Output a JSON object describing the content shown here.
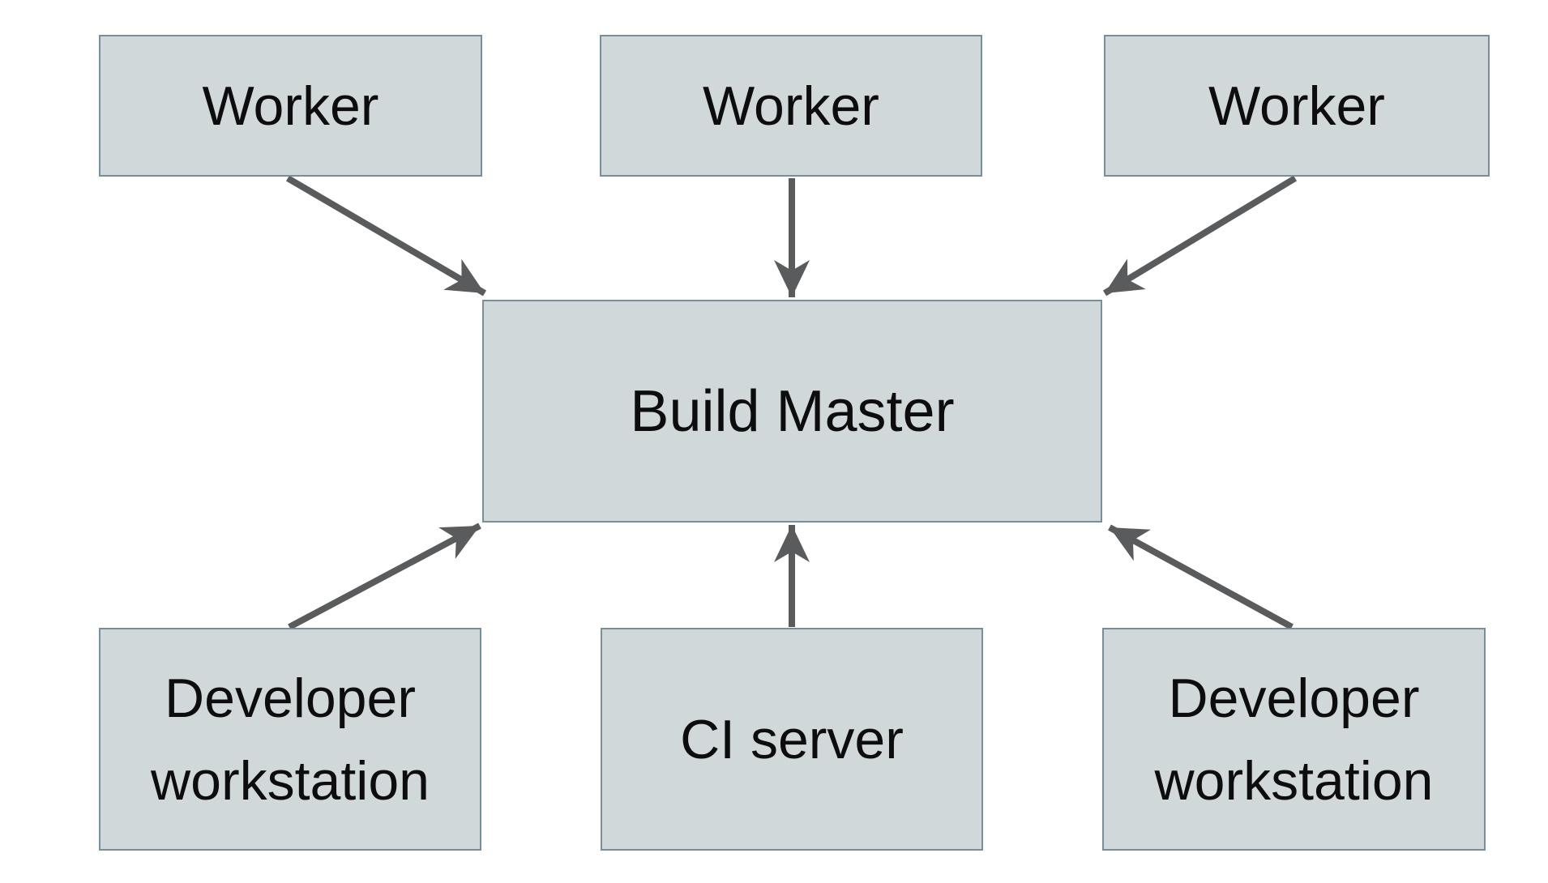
{
  "diagram": {
    "type": "architecture-diagram",
    "background_color": "#ffffff",
    "box_fill_color": "#d0d8da",
    "box_border_color": "#75909c",
    "arrow_color": "#595b5d",
    "text_color": "#0d0d0d",
    "nodes": [
      {
        "id": "worker-1",
        "label": "Worker"
      },
      {
        "id": "worker-2",
        "label": "Worker"
      },
      {
        "id": "worker-3",
        "label": "Worker"
      },
      {
        "id": "build-master",
        "label": "Build Master"
      },
      {
        "id": "dev-workstation-left",
        "label": "Developer\nworkstation"
      },
      {
        "id": "ci-server",
        "label": "CI server"
      },
      {
        "id": "dev-workstation-right",
        "label": "Developer\nworkstation"
      }
    ],
    "edges": [
      {
        "from": "worker-1",
        "to": "build-master",
        "direction": "into-build-master"
      },
      {
        "from": "worker-2",
        "to": "build-master",
        "direction": "into-build-master"
      },
      {
        "from": "worker-3",
        "to": "build-master",
        "direction": "into-build-master"
      },
      {
        "from": "dev-workstation-left",
        "to": "build-master",
        "direction": "into-build-master"
      },
      {
        "from": "ci-server",
        "to": "build-master",
        "direction": "into-build-master"
      },
      {
        "from": "dev-workstation-right",
        "to": "build-master",
        "direction": "into-build-master"
      }
    ]
  }
}
